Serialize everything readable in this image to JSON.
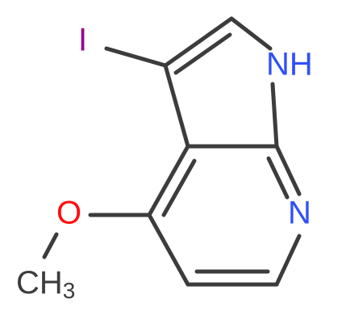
{
  "molecule": {
    "atoms": {
      "iodine": {
        "label": "I",
        "color": "#940094"
      },
      "nh": {
        "label": "NH",
        "color": "#3050f8"
      },
      "n_pyridine": {
        "label": "N",
        "color": "#3050f8"
      },
      "oxygen": {
        "label": "O",
        "color": "#ff0d0d"
      },
      "methyl": {
        "label": "CH",
        "subscript": "3",
        "color": "#3c3c3c"
      }
    },
    "bond_color": "#3c3c3c"
  }
}
